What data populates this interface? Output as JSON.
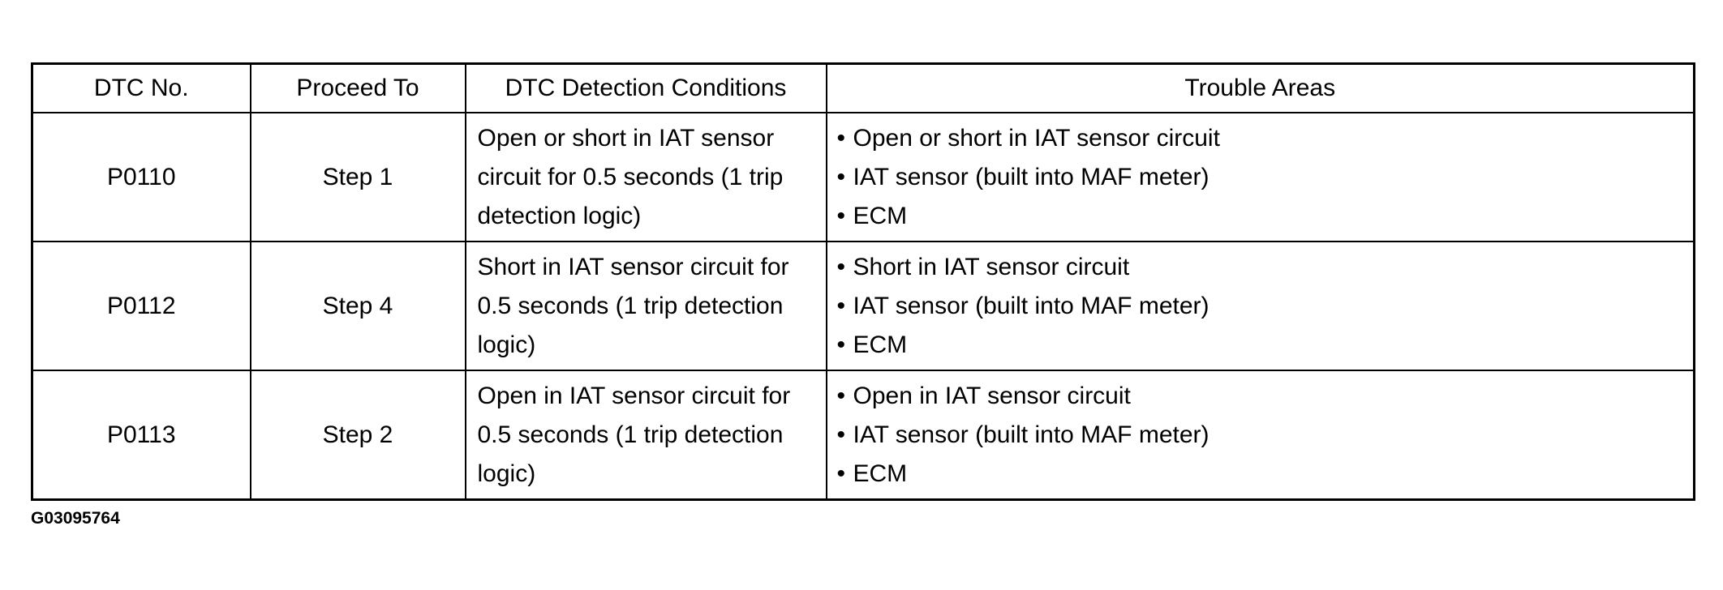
{
  "table": {
    "headers": [
      "DTC No.",
      "Proceed To",
      "DTC Detection Conditions",
      "Trouble Areas"
    ],
    "rows": [
      {
        "dtc": "P0110",
        "proceed": "Step 1",
        "condition": "Open or short in IAT sensor circuit for 0.5 seconds (1 trip detection logic)",
        "areas": [
          "Open or short in IAT sensor circuit",
          "IAT sensor (built into MAF meter)",
          "ECM"
        ]
      },
      {
        "dtc": "P0112",
        "proceed": "Step 4",
        "condition": "Short in IAT sensor circuit for 0.5 seconds (1 trip detection logic)",
        "areas": [
          "Short in IAT sensor circuit",
          "IAT sensor (built into MAF meter)",
          "ECM"
        ]
      },
      {
        "dtc": "P0113",
        "proceed": "Step 2",
        "condition": "Open in IAT sensor circuit for 0.5 seconds (1 trip detection logic)",
        "areas": [
          "Open in IAT sensor circuit",
          "IAT sensor (built into MAF meter)",
          "ECM"
        ]
      }
    ]
  },
  "figure_id": "G03095764"
}
